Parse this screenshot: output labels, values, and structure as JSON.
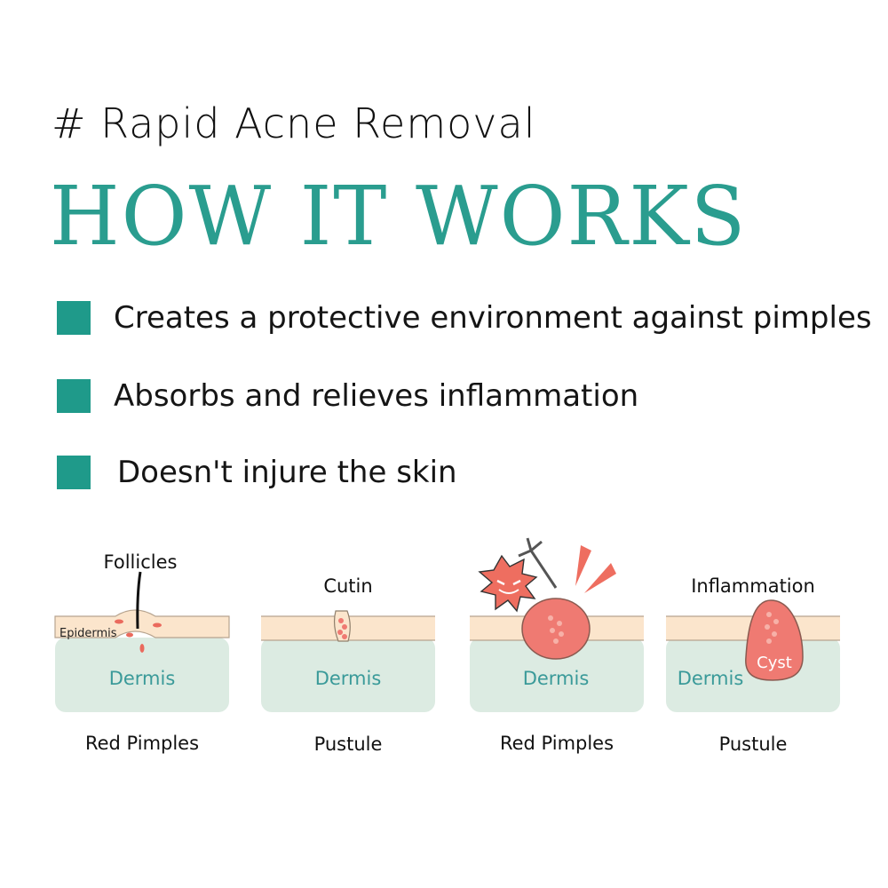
{
  "header": {
    "subtitle": "# Rapid Acne Removal",
    "headline": "HOW IT WORKS"
  },
  "bullets": [
    {
      "text": "Creates a protective environment against pimples"
    },
    {
      "text": "Absorbs and relieves inflammation"
    },
    {
      "text": "Doesn't injure the skin"
    }
  ],
  "panels": [
    {
      "top_label": "Follicles",
      "layer_label": "Epidermis",
      "dermis_label": "Dermis",
      "caption": "Red Pimples"
    },
    {
      "top_label": "Cutin",
      "dermis_label": "Dermis",
      "caption": "Pustule"
    },
    {
      "dermis_label": "Dermis",
      "caption": "Red Pimples"
    },
    {
      "top_label": "Inflammation",
      "cyst_label": "Cyst",
      "dermis_label": "Dermis",
      "caption": "Pustule"
    }
  ],
  "colors": {
    "accent": "#2a9d8f",
    "bullet": "#1f9a8a",
    "dermis": "#dcebe2",
    "epidermis": "#fbe5cc",
    "pimple": "#ef7a72",
    "virus": "#ee6e60"
  }
}
